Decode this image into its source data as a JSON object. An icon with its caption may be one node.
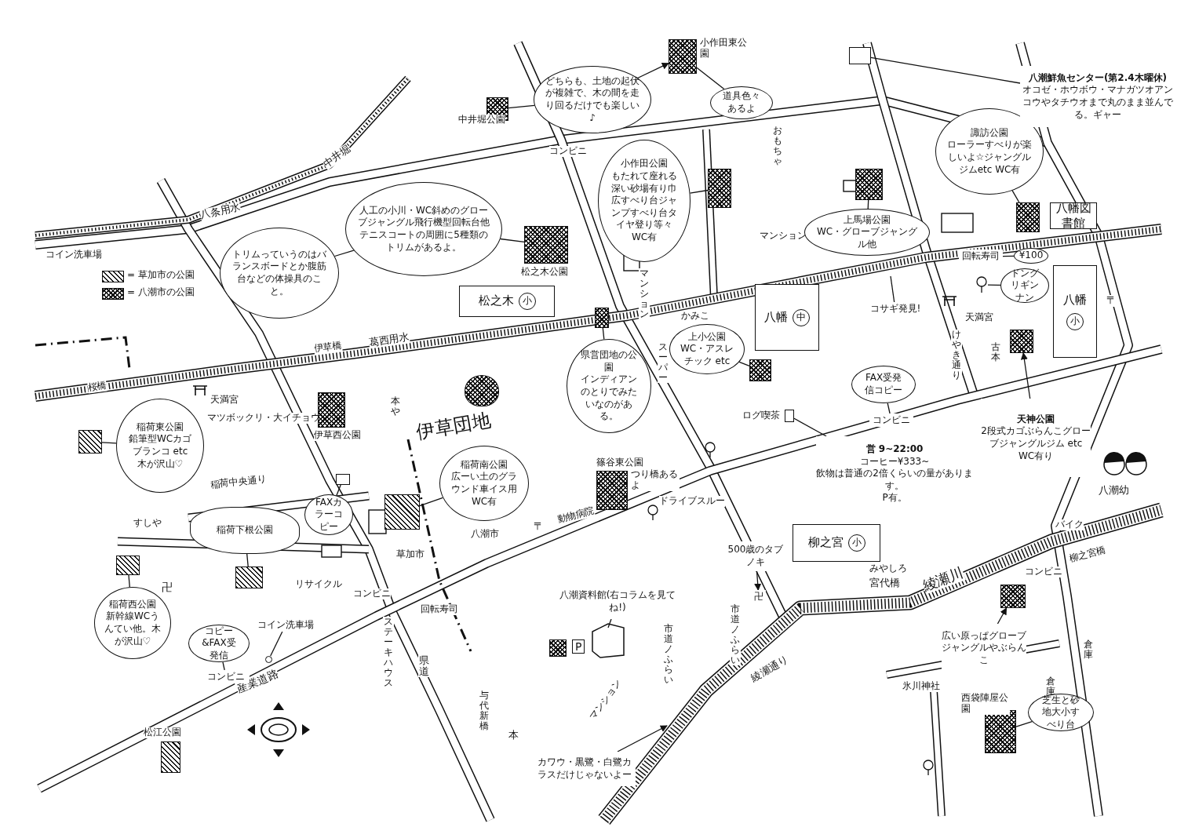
{
  "diagram": {
    "nodes": [
      {
        "text": [
          "トリムっていうのはバランスボードとか腹筋台などの体操具のこと。"
        ]
      },
      {
        "text": [
          "人工の小川・WC斜めのグローブジャングル飛行機型回転台他テニスコートの周囲に5種類のトリムがあるよ。"
        ]
      },
      {
        "text": [],
        "shape": "box",
        "beside": [
          "松之木公園"
        ]
      },
      {
        "text": [
          "どちらも、土地の起伏が複雑で、木の間を走り回るだけでも楽しい♪"
        ]
      },
      {
        "text": [],
        "shape": "box",
        "beside": [
          "中井堀公園"
        ]
      },
      {
        "text": [],
        "shape": "box",
        "beside": [
          "小作田東公園"
        ]
      },
      {
        "text": [
          "道具色々あるよ"
        ]
      },
      {
        "text": [
          "小作田公園",
          "もたれて座れる深い砂場有り巾広すべり台ジャンプすべり台タイヤ登り等々WC有"
        ]
      },
      {
        "text": [],
        "shape": "box"
      },
      {
        "text": [
          "上馬場公園",
          "WC・グローブジャングル他"
        ]
      },
      {
        "text": [],
        "shape": "box"
      },
      {
        "text": [
          "諏訪公園",
          "ローラーすべりが楽しいよ☆ジャングルジムetc WC有"
        ]
      },
      {
        "text": [],
        "shape": "box"
      },
      {
        "text": [
          "八潮鮮魚センター(第2.4木曜休)",
          "オコゼ・ホウボウ・マナガツオアンコウやタチウオまで丸のまま並んでる。ギャー"
        ]
      },
      {
        "text": [],
        "shape": "box"
      },
      {
        "text": [
          "県営団地の公園",
          "インディアンのとりでみたいなのがある。"
        ]
      },
      {
        "text": [],
        "shape": "box"
      },
      {
        "text": [
          "上小公園",
          "WC・アスレチック etc"
        ]
      },
      {
        "text": [],
        "shape": "box"
      },
      {
        "text": [
          "FAX受発信コピー"
        ]
      },
      {
        "text": [
          "コンビニ"
        ]
      },
      {
        "text": [
          "コサギ発見!"
        ]
      },
      {
        "text": [
          "ドングリギンナン"
        ]
      },
      {
        "text": [
          "¥100"
        ]
      },
      {
        "text": [
          "回転寿司"
        ]
      },
      {
        "text": [
          "天神公園",
          "2段式カゴぶらんこグローブジャングルジム etc WC有り"
        ]
      },
      {
        "text": [],
        "shape": "box"
      },
      {
        "text": [
          "稲荷東公園",
          "鉛筆型WCカゴブランコ etc 木が沢山♡"
        ]
      },
      {
        "text": [],
        "shape": "box"
      },
      {
        "text": [
          "稲荷南公園",
          "広ーい土のグラウンド車イス用WC有"
        ]
      },
      {
        "text": [],
        "shape": "box"
      },
      {
        "text": [
          "稲荷下根公園"
        ]
      },
      {
        "text": [],
        "shape": "box"
      },
      {
        "text": [
          "FAXカラーコピー"
        ]
      },
      {
        "text": [
          "稲荷西公園",
          "新幹線WCうんてい他。木が沢山♡"
        ]
      },
      {
        "text": [],
        "shape": "box"
      },
      {
        "text": [
          "コピー&FAX受発信"
        ]
      },
      {
        "text": [
          "コンビニ"
        ]
      },
      {
        "text": [
          "コイン洗車場"
        ]
      },
      {
        "text": [
          "八潮資料館(右コラムを見てね!)"
        ]
      },
      {
        "text": [],
        "shape": "box",
        "beside": [
          "ログ喫茶"
        ]
      },
      {
        "text": [
          "営 9~22:00",
          "コーヒー¥333~",
          "飲物は普通の2倍くらいの量があります。",
          "P有。"
        ]
      },
      {
        "text": [
          "500歳のタブノキ"
        ]
      },
      {
        "text": [
          "カワウ・黒鷺・白鷺カラスだけじゃないよー"
        ]
      },
      {
        "text": [
          "広い原っぱグローブジャングルやぶらんこ"
        ]
      },
      {
        "text": [],
        "shape": "box"
      },
      {
        "text": [
          "芝生と砂地大小すべり台"
        ]
      },
      {
        "text": [],
        "shape": "box",
        "beside": [
          "西袋陣屋公園"
        ]
      },
      {
        "text": [
          "松之木",
          "小"
        ]
      },
      {
        "text": [
          "八幡",
          "中"
        ]
      },
      {
        "text": [
          "八幡",
          "小"
        ]
      },
      {
        "text": [
          "柳之宮",
          "小"
        ]
      },
      {
        "text": [
          "八幡図書館"
        ]
      },
      {
        "text": [],
        "shape": "box",
        "beside": [
          "伊草西公園"
        ]
      },
      {
        "text": [],
        "shape": "box",
        "beside": [
          "篠谷東公園",
          "つり橋あるよ"
        ]
      },
      {
        "text": [],
        "shape": "box",
        "beside": [
          "松江公園"
        ]
      },
      {
        "text": [],
        "shape": "circle"
      },
      {
        "text": [],
        "shape": "box"
      },
      {
        "text": [],
        "shape": "box"
      },
      {
        "text": [],
        "shape": "picture"
      },
      {
        "text": [],
        "shape": "circle"
      },
      {
        "text": [
          "卍"
        ]
      }
    ],
    "edges": [
      {
        "from": 0,
        "to": 1,
        "arrow": "none"
      },
      {
        "from": 1,
        "to": 2,
        "arrow": "none"
      },
      {
        "from": 3,
        "to": 4,
        "arrow": "none"
      },
      {
        "from": 3,
        "to": 5,
        "arrow": "to"
      },
      {
        "from": 6,
        "to": 5,
        "arrow": "none"
      },
      {
        "from": 7,
        "to": 8,
        "arrow": "none"
      },
      {
        "from": 9,
        "to": 10,
        "arrow": "none"
      },
      {
        "from": 11,
        "to": 12,
        "arrow": "none"
      },
      {
        "from": 13,
        "to": 14,
        "arrow": "none"
      },
      {
        "from": 15,
        "to": 16,
        "arrow": "none"
      },
      {
        "from": 17,
        "to": 18,
        "arrow": "none"
      },
      {
        "from": 19,
        "to": 20,
        "arrow": "none"
      },
      {
        "from": 21,
        "to": null,
        "arrow": "none"
      },
      {
        "from": 22,
        "to": 59,
        "arrow": "none"
      },
      {
        "from": 23,
        "to": 24,
        "arrow": "none"
      },
      {
        "from": 25,
        "to": 26,
        "arrow": "to"
      },
      {
        "from": 27,
        "to": 28,
        "arrow": "none"
      },
      {
        "from": 29,
        "to": 30,
        "arrow": "none"
      },
      {
        "from": 31,
        "to": 32,
        "arrow": "none"
      },
      {
        "from": 33,
        "to": 58,
        "arrow": "none"
      },
      {
        "from": 34,
        "to": 35,
        "arrow": "none"
      },
      {
        "from": 36,
        "to": 37,
        "arrow": "none"
      },
      {
        "from": 38,
        "to": 60,
        "arrow": "none"
      },
      {
        "from": 39,
        "to": null,
        "arrow": "none"
      },
      {
        "from": 40,
        "to": 41,
        "arrow": "none"
      },
      {
        "from": 42,
        "to": 61,
        "arrow": "to"
      },
      {
        "from": 43,
        "to": null,
        "arrow": "to"
      },
      {
        "from": 44,
        "to": 45,
        "arrow": "to"
      },
      {
        "from": 46,
        "to": 47,
        "arrow": "none"
      }
    ],
    "labels": [
      "中井堀",
      "八条用水",
      "コイン洗車場",
      "伊草橋",
      "葛西用水",
      "桜橋",
      "コンビニ",
      "マンション",
      "マンション",
      "スーパー",
      "伊草団地",
      "天満宮",
      "マツボックリ・大イチョウ",
      "本や",
      "稲荷中央通り",
      "すしや",
      "リサイクル",
      "コンビニ",
      "ステーキハウス",
      "産業道路",
      "回転寿司",
      "草加市",
      "八潮市",
      "県道",
      "動物病院",
      "ドライブスルー",
      "与代新橋",
      "本",
      "マンション",
      "市道ノふらい",
      "市道ノふらい",
      "綾瀬通り",
      "綾瀬川",
      "みやしろ",
      "宮代橋",
      "柳之宮橋",
      "バイク",
      "コンビニ",
      "氷川神社",
      "倉庫",
      "倉庫",
      "けやき通り",
      "古本",
      "天満宮",
      "〒",
      "〒",
      "卍",
      "八潮幼",
      "おもちゃ",
      "かみこ",
      "P"
    ],
    "legend": [
      {
        "text": "= 草加市の公園"
      },
      {
        "text": "= 八潮市の公園"
      }
    ]
  }
}
